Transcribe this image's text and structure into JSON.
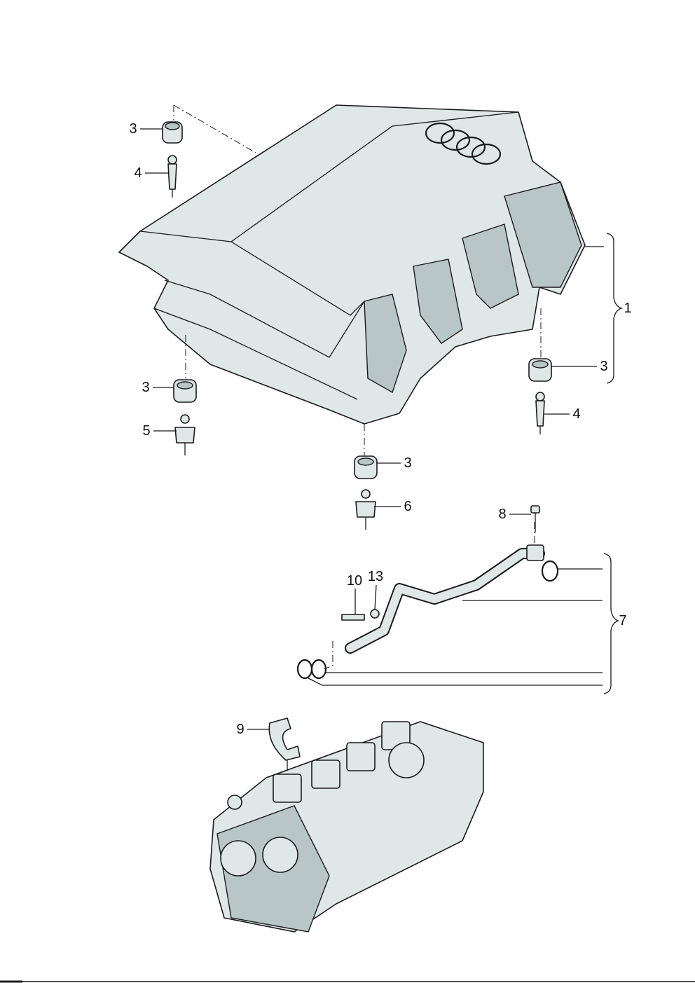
{
  "diagram": {
    "title": "Engine cover and cylinder head parts",
    "callouts": [
      {
        "id": "c3a",
        "text": "3"
      },
      {
        "id": "c4a",
        "text": "4"
      },
      {
        "id": "c1",
        "text": "1"
      },
      {
        "id": "c3b",
        "text": "3"
      },
      {
        "id": "c3c",
        "text": "3"
      },
      {
        "id": "c4b",
        "text": "4"
      },
      {
        "id": "c5",
        "text": "5"
      },
      {
        "id": "c3d",
        "text": "3"
      },
      {
        "id": "c6",
        "text": "6"
      },
      {
        "id": "c8",
        "text": "8"
      },
      {
        "id": "c10",
        "text": "10"
      },
      {
        "id": "c13",
        "text": "13"
      },
      {
        "id": "c7",
        "text": "7"
      },
      {
        "id": "c9",
        "text": "9"
      }
    ],
    "colors": {
      "part_fill": "#dfe7e7",
      "shade": "#b9c6c8",
      "line": "#1a1a1a"
    }
  }
}
